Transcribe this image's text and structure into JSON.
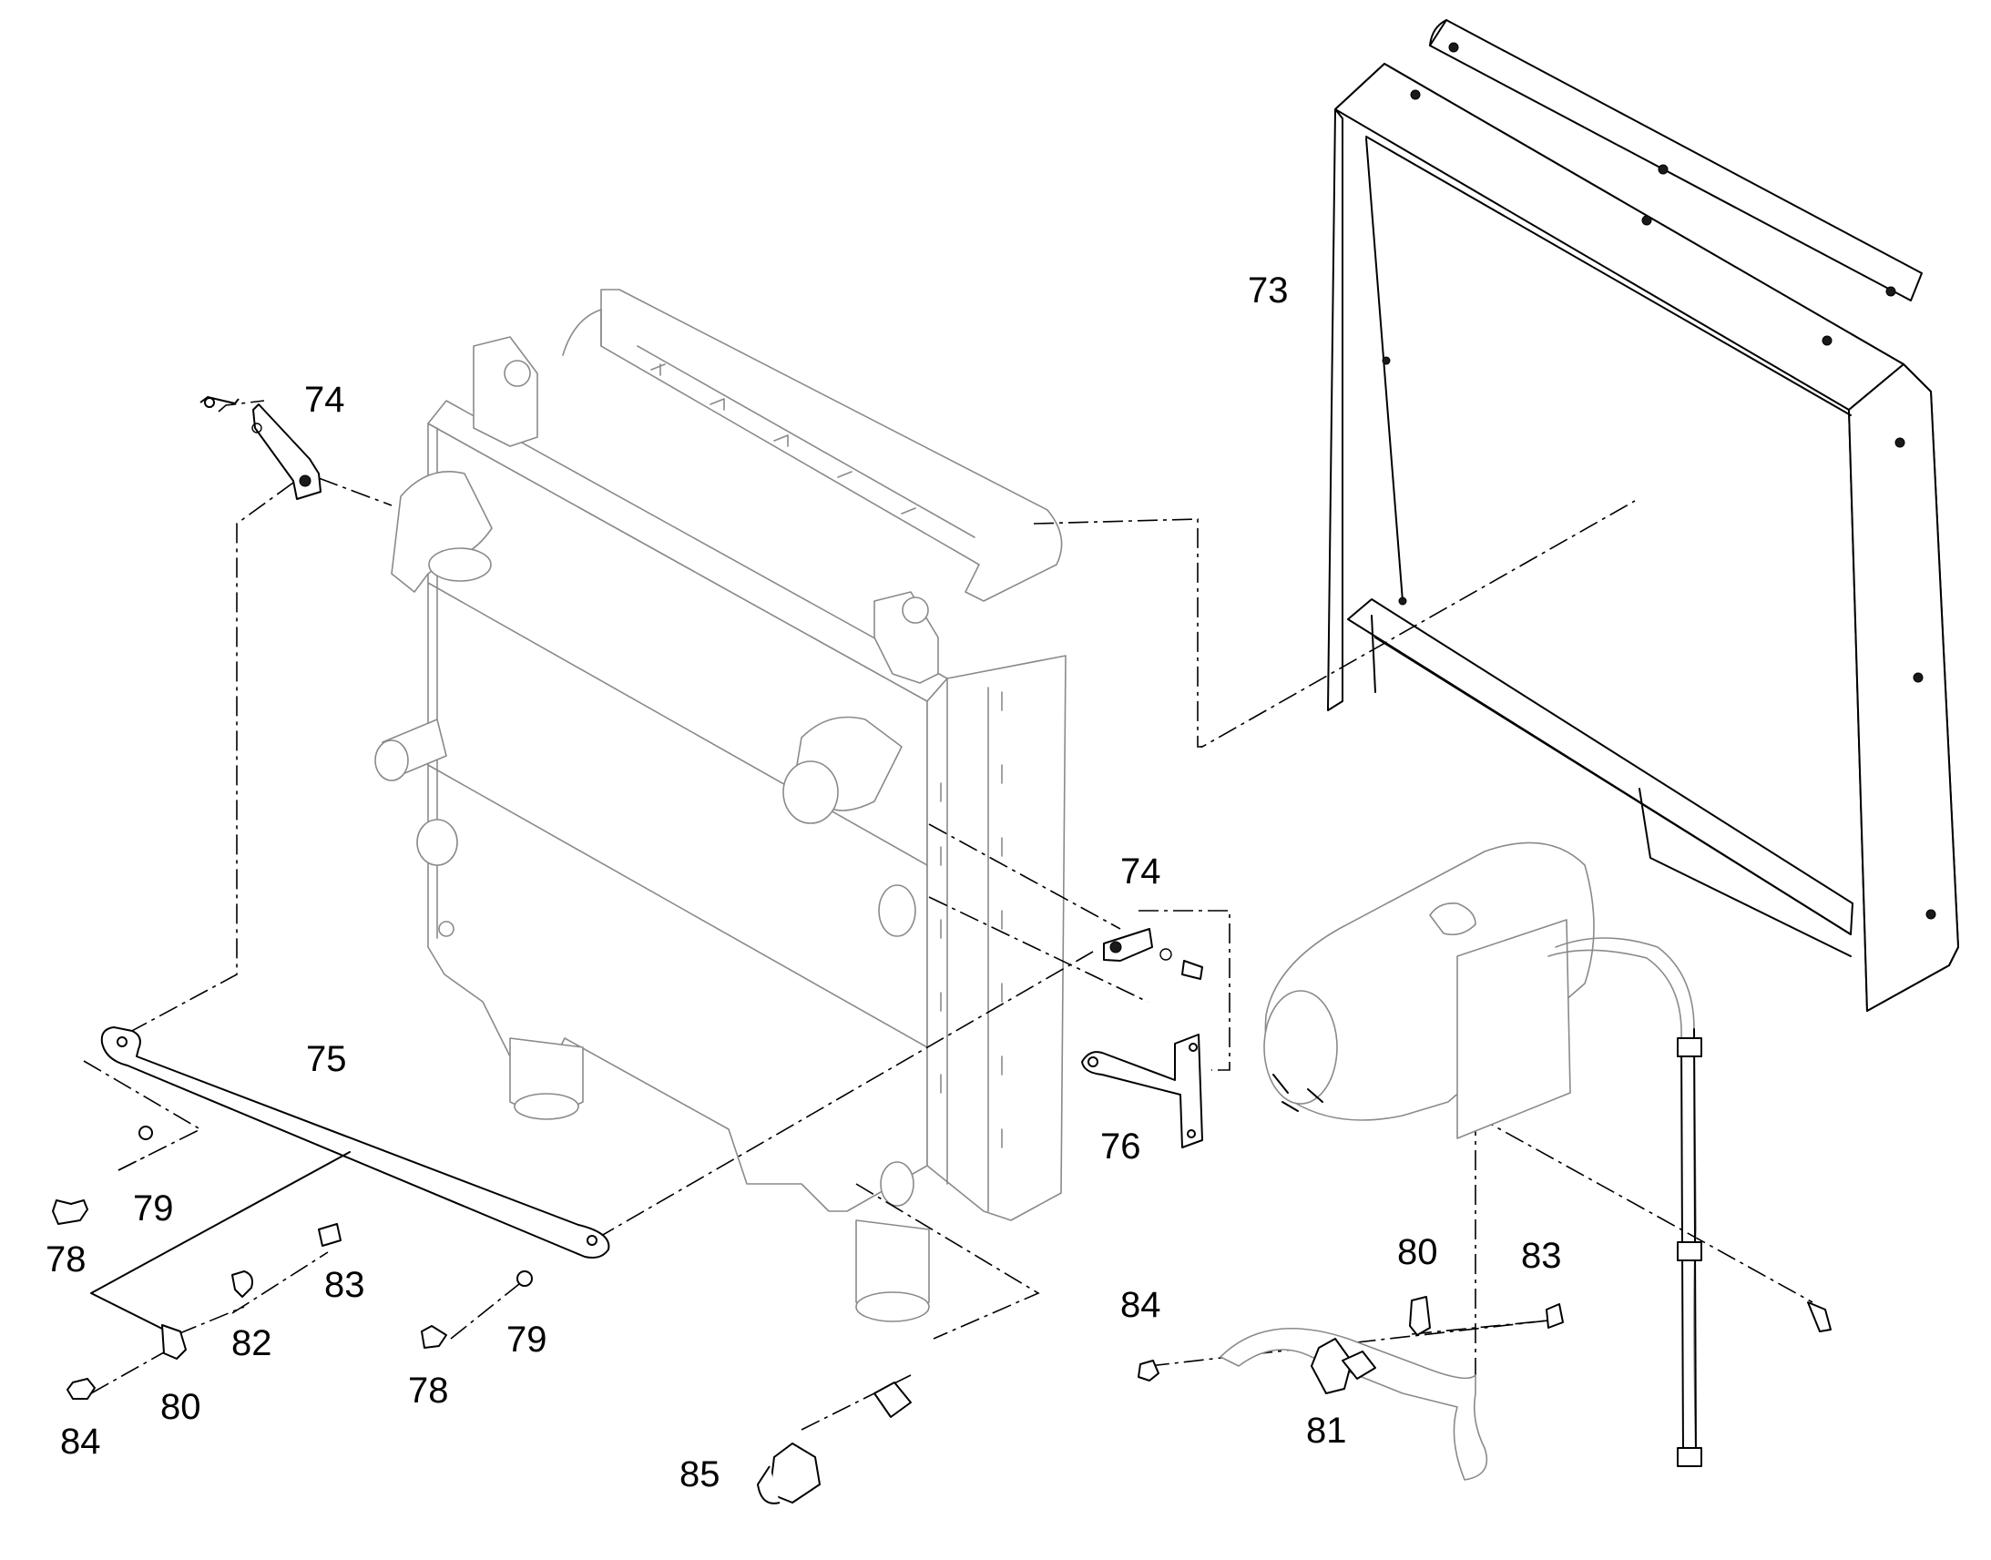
{
  "callouts": [
    {
      "id": "73",
      "text": "73"
    },
    {
      "id": "74a",
      "text": "74"
    },
    {
      "id": "74b",
      "text": "74"
    },
    {
      "id": "75",
      "text": "75"
    },
    {
      "id": "76",
      "text": "76"
    },
    {
      "id": "78a",
      "text": "78"
    },
    {
      "id": "78b",
      "text": "78"
    },
    {
      "id": "79a",
      "text": "79"
    },
    {
      "id": "79b",
      "text": "79"
    },
    {
      "id": "80a",
      "text": "80"
    },
    {
      "id": "80b",
      "text": "80"
    },
    {
      "id": "81",
      "text": "81"
    },
    {
      "id": "82",
      "text": "82"
    },
    {
      "id": "83a",
      "text": "83"
    },
    {
      "id": "83b",
      "text": "83"
    },
    {
      "id": "84a",
      "text": "84"
    },
    {
      "id": "84b",
      "text": "84"
    },
    {
      "id": "85",
      "text": "85"
    }
  ]
}
